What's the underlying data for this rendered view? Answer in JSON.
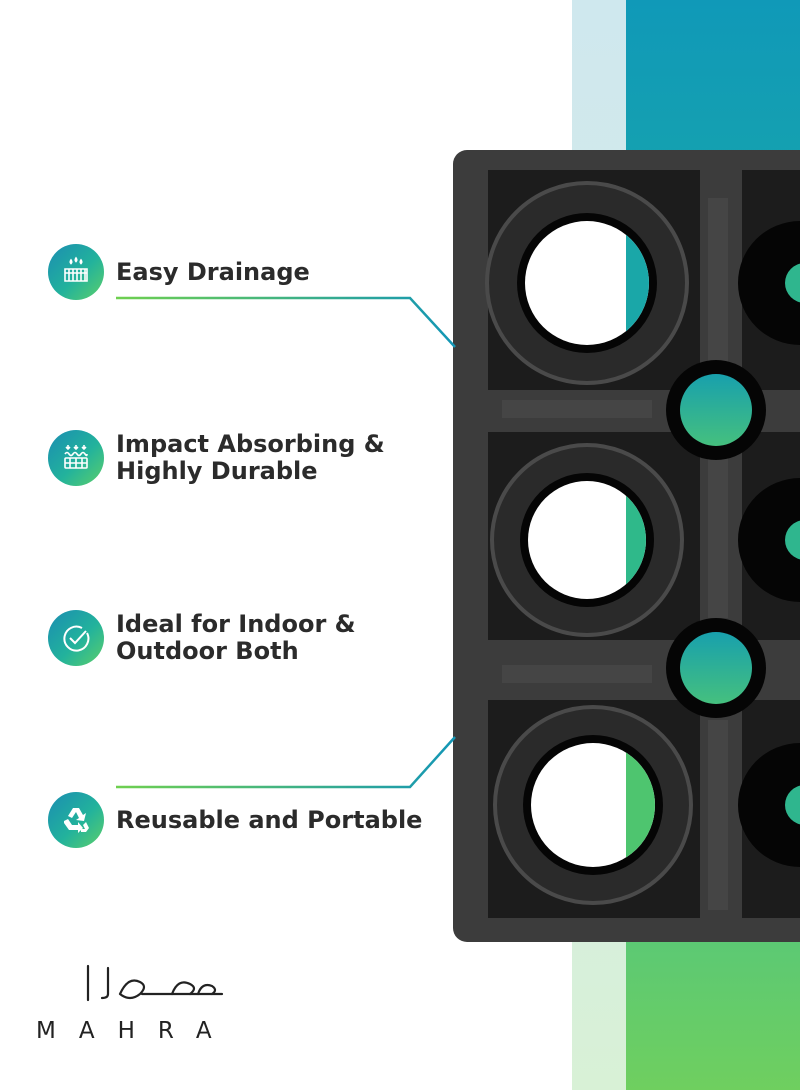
{
  "features": [
    {
      "icon": "drainage-icon",
      "lines": [
        "Easy Drainage"
      ]
    },
    {
      "icon": "impact-absorb-icon",
      "lines": [
        "Impact Absorbing &",
        "Highly Durable"
      ]
    },
    {
      "icon": "check-circle-icon",
      "lines": [
        "Ideal for Indoor &",
        "Outdoor Both"
      ]
    },
    {
      "icon": "recycle-icon",
      "lines": [
        "Reusable and Portable"
      ]
    }
  ],
  "brand": {
    "name_arabic": "مهرا",
    "name_latin": "MAHRA"
  },
  "colors": {
    "teal": "#1099b8",
    "green": "#6fcf5f",
    "mat": "#3a3a3a",
    "text": "#2b2b2b"
  }
}
